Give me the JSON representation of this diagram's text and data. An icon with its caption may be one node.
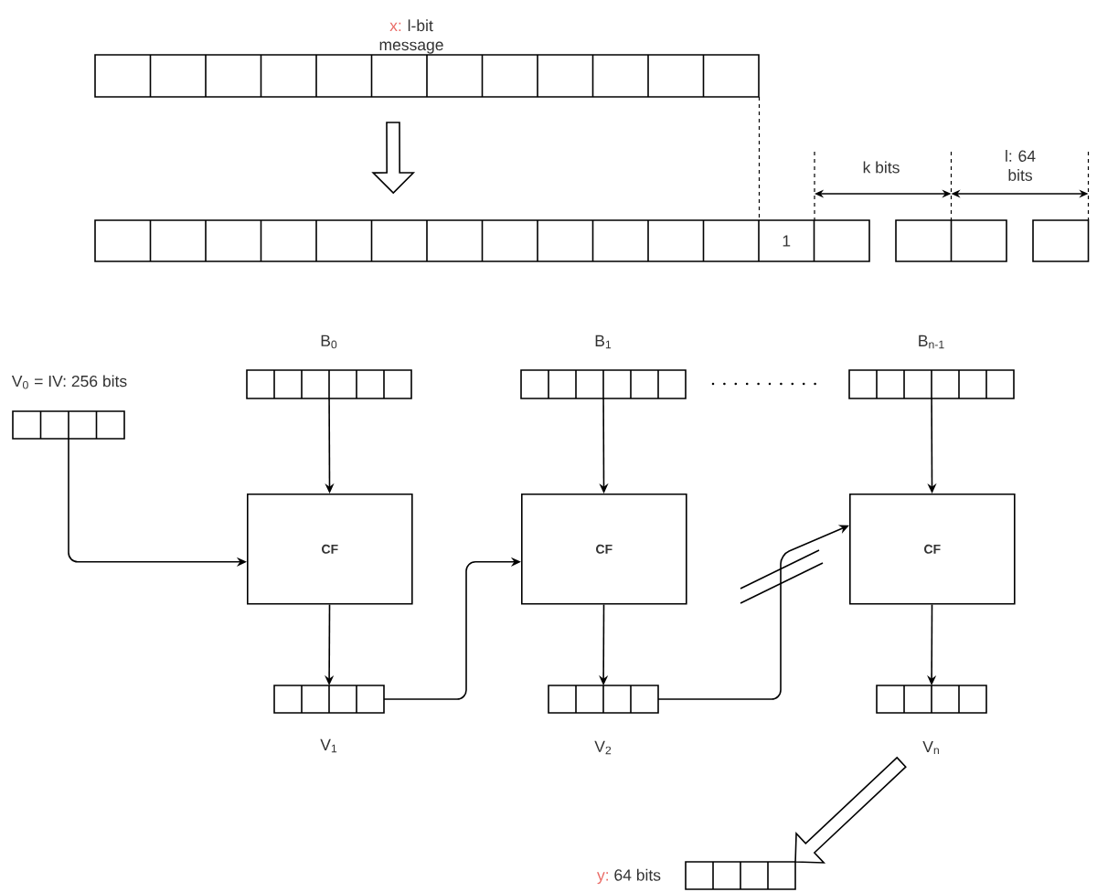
{
  "diagram": {
    "nodes": [
      {
        "text": [
          "x:",
          "l-bit message"
        ]
      },
      {
        "text": [
          "1"
        ]
      },
      {
        "text": [
          "V$_{0}$ = IV: 256 bits"
        ]
      },
      {
        "text": [
          "B$_{0}$"
        ]
      },
      {
        "text": [
          "CF"
        ]
      },
      {
        "text": [
          "V$_{1}$"
        ]
      },
      {
        "text": [
          "B$_{1}$"
        ]
      },
      {
        "text": [
          "CF"
        ]
      },
      {
        "text": [
          "V$_{2}$"
        ]
      },
      {
        "text": [
          "B$_{n-1}$"
        ]
      },
      {
        "text": [
          "CF"
        ]
      },
      {
        "text": [
          "V$_{n}$"
        ]
      },
      {
        "text": [
          "y:",
          "64 bits"
        ]
      }
    ],
    "edges": [
      {
        "from": 0,
        "to": 1,
        "arrow": "to",
        "style": "thick"
      },
      {
        "from": 2,
        "to": 4,
        "arrow": "to"
      },
      {
        "from": 3,
        "to": 4,
        "arrow": "to"
      },
      {
        "from": 4,
        "to": 5,
        "arrow": "to"
      },
      {
        "from": 5,
        "to": 7,
        "arrow": "to"
      },
      {
        "from": 6,
        "to": 7,
        "arrow": "to"
      },
      {
        "from": 7,
        "to": 8,
        "arrow": "to"
      },
      {
        "from": 8,
        "to": 10,
        "arrow": "to"
      },
      {
        "from": 9,
        "to": 10,
        "arrow": "to"
      },
      {
        "from": 10,
        "to": 11,
        "arrow": "to"
      },
      {
        "from": 11,
        "to": 12,
        "arrow": "to",
        "style": "thick"
      }
    ],
    "labels": [
      "k bits",
      "l: 64 bits"
    ]
  }
}
